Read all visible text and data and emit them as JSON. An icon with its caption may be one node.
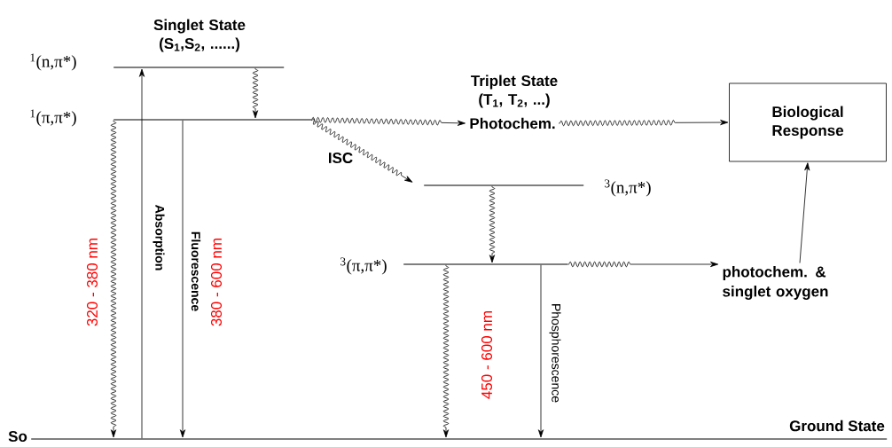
{
  "diagram": {
    "nodes": [
      {
        "text": [],
        "shape": "bar",
        "beside": [
          "$^{1}$(n,π*)"
        ]
      },
      {
        "text": [],
        "shape": "bar",
        "beside": [
          "$^{1}$(π,π*)"
        ]
      },
      {
        "text": [
          "Photochem."
        ]
      },
      {
        "text": [
          "Biological Response"
        ]
      },
      {
        "text": [],
        "shape": "bar",
        "beside": [
          "$^{3}$(n,π*)"
        ]
      },
      {
        "text": [],
        "shape": "bar",
        "beside": [
          "$^{3}$(π,π*)"
        ]
      },
      {
        "text": [
          "photochem. & singlet oxygen"
        ]
      },
      {
        "text": [],
        "shape": "bar",
        "beside": [
          "So",
          "Ground State"
        ]
      }
    ],
    "edges": [
      {
        "from": 7,
        "to": 0,
        "arrow": "to",
        "label": "Absorption"
      },
      {
        "from": 0,
        "to": 1,
        "arrow": "to"
      },
      {
        "from": 1,
        "to": 7,
        "arrow": "to"
      },
      {
        "from": 1,
        "to": 7,
        "arrow": "to",
        "label": "Fluorescence"
      },
      {
        "from": 1,
        "to": 2,
        "arrow": "to"
      },
      {
        "from": 1,
        "to": 4,
        "arrow": "to",
        "label": "ISC"
      },
      {
        "from": 2,
        "to": 3,
        "arrow": "to"
      },
      {
        "from": 4,
        "to": 5,
        "arrow": "to"
      },
      {
        "from": 5,
        "to": 7,
        "arrow": "to"
      },
      {
        "from": 5,
        "to": 7,
        "arrow": "to",
        "label": "Phosphorescence"
      },
      {
        "from": 5,
        "to": 6,
        "arrow": "to"
      },
      {
        "from": 6,
        "to": 3,
        "arrow": "to"
      }
    ],
    "labels": [
      "Singlet State (S$_{1}$,S$_{2}$, ......)",
      "Triplet State (T$_{1}$, T$_{2}$, ...)",
      "320 - 380 nm",
      "380 - 600 nm",
      "450 - 600 nm"
    ]
  }
}
